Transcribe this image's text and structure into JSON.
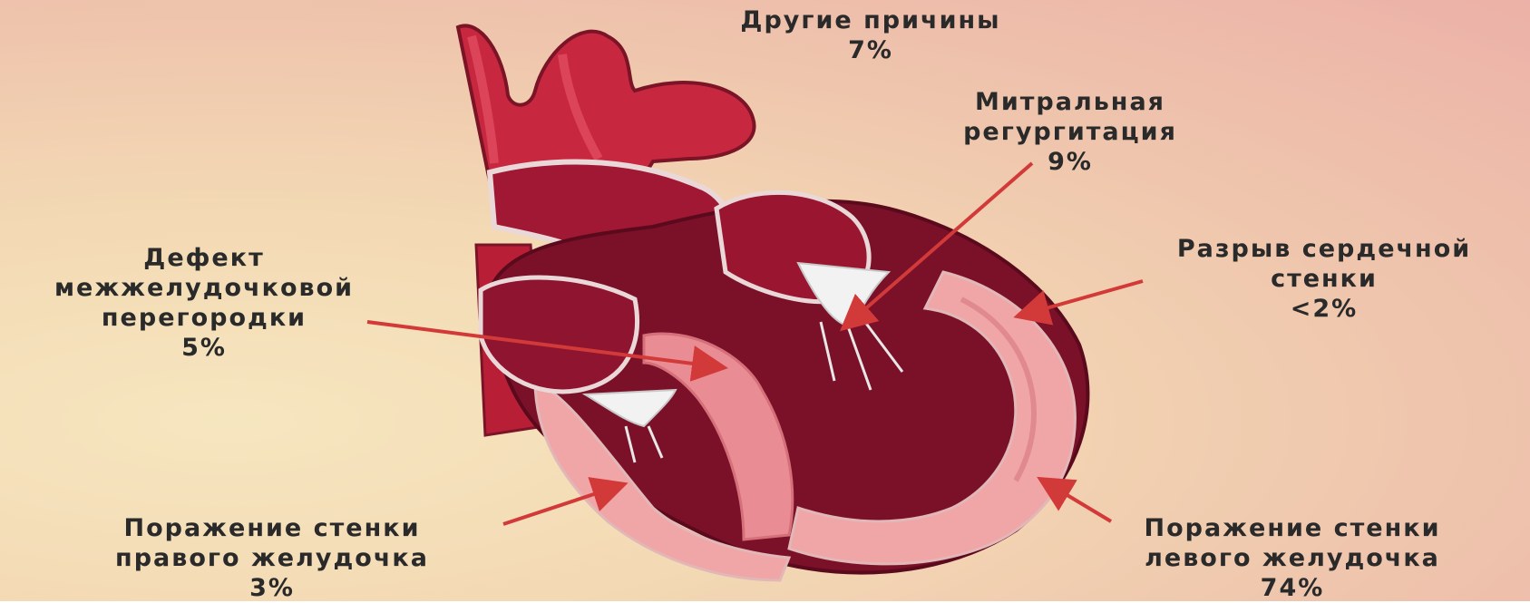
{
  "labels": {
    "other": {
      "line1": "Другие причины",
      "line2": "7%"
    },
    "mitral": {
      "line1": "Митральная",
      "line2": "регургитация",
      "line3": "9%"
    },
    "vsd": {
      "line1": "Дефект",
      "line2": "межжелудочковой",
      "line3": "перегородки",
      "line4": "5%"
    },
    "rupture": {
      "line1": "Разрыв сердечной",
      "line2": "стенки",
      "line3": "<2%"
    },
    "rv": {
      "line1": "Поражение стенки",
      "line2": "правого желудочка",
      "line3": "3%"
    },
    "lv": {
      "line1": "Поражение стенки",
      "line2": "левого желудочка",
      "line3": "74%"
    }
  },
  "colors": {
    "heart_dark": "#6e0f22",
    "heart_mid": "#b0203a",
    "heart_light": "#d9475c",
    "wall": "#f0a6a6",
    "arrow": "#d23a3a"
  }
}
